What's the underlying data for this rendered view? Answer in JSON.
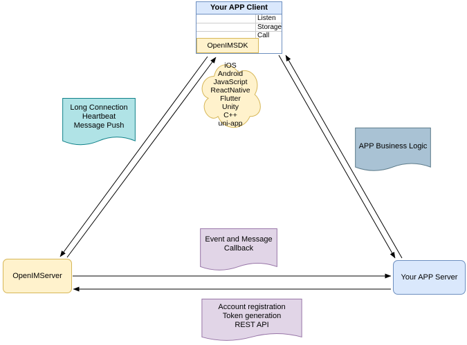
{
  "client": {
    "title": "Your APP Client",
    "rows": [
      "Listen",
      "Storage",
      "Call"
    ],
    "sdk_label": "OpenIMSDK"
  },
  "cloud": {
    "platforms": [
      "iOS",
      "Android",
      "JavaScript",
      "ReactNative",
      "Flutter",
      "Unity",
      "C++",
      "uni-app"
    ]
  },
  "callouts": {
    "long_connection": {
      "lines": [
        "Long Connection",
        "Heartbeat",
        "Message Push"
      ]
    },
    "business_logic": {
      "lines": [
        "APP Business Logic"
      ]
    },
    "event_callback": {
      "lines": [
        "Event and Message",
        "Callback"
      ]
    },
    "rest_api": {
      "lines": [
        "Account registration",
        "Token generation",
        "REST API"
      ]
    }
  },
  "nodes": {
    "openim_server": "OpenIMServer",
    "app_server": "Your APP Server"
  },
  "colors": {
    "blue_fill": "#dae8fc",
    "blue_stroke": "#6c8ebf",
    "yellow_fill": "#fff2cc",
    "yellow_stroke": "#d6b656",
    "teal_fill": "#b0e3e6",
    "teal_stroke": "#0e8088",
    "slate_fill": "#a9c2d4",
    "slate_stroke": "#5d7b8a",
    "purple_fill": "#e1d5e7",
    "purple_stroke": "#9673a6",
    "arrow": "#000000",
    "grid_line": "#cccccc"
  }
}
